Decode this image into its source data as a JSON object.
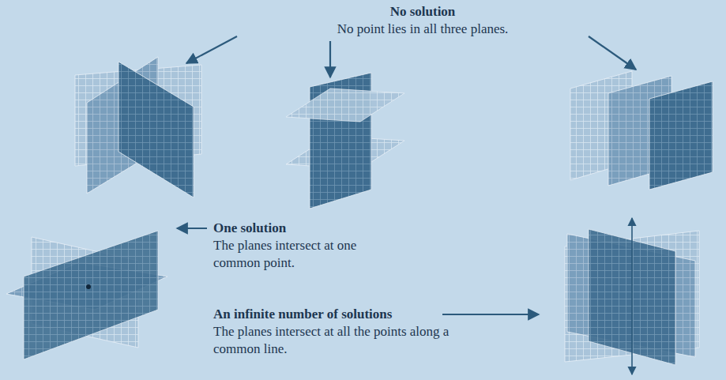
{
  "diagram": {
    "labels": [
      "No solution",
      "No point lies in all three planes.",
      "One solution",
      "The planes intersect at one common point.",
      "An infinite number of solutions",
      "The planes intersect at all the points along a common line."
    ]
  }
}
